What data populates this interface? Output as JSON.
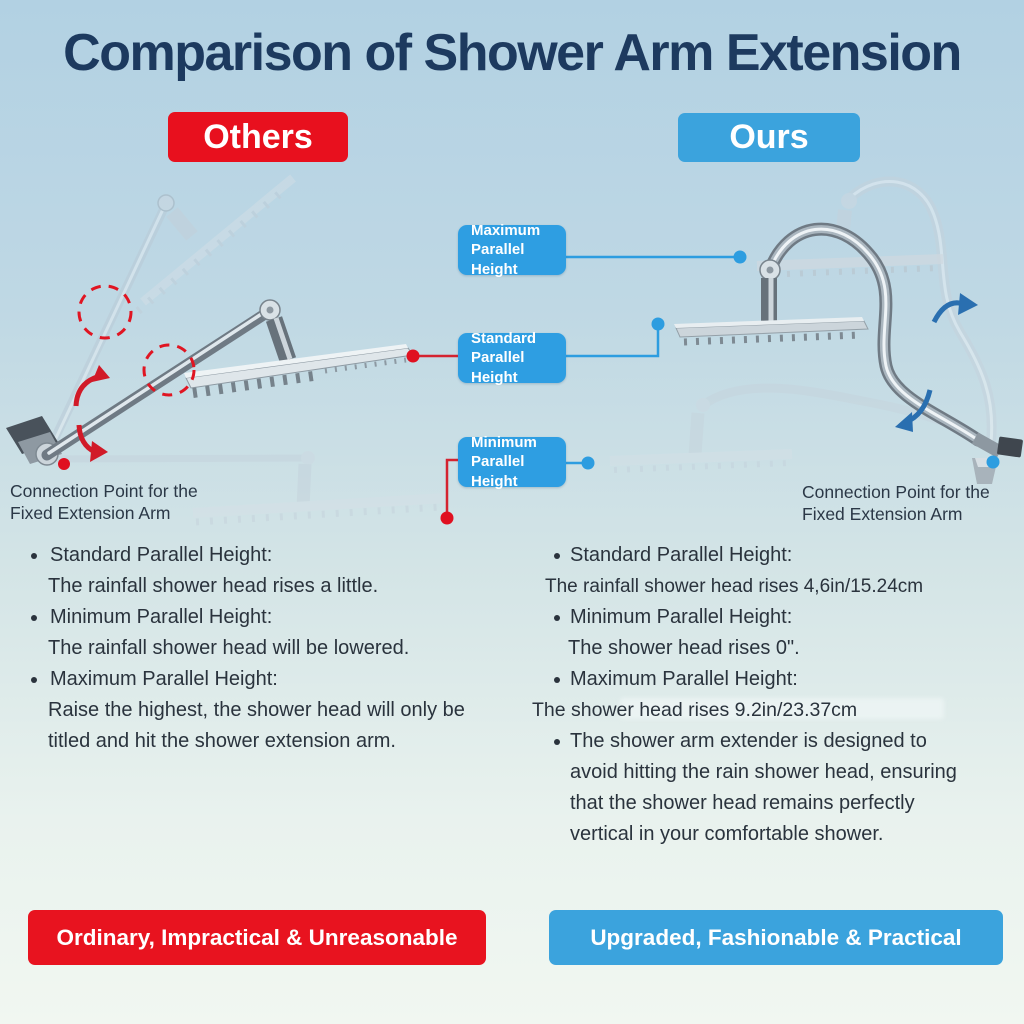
{
  "title": "Comparison of Shower Arm Extension",
  "badges": {
    "others": "Others",
    "ours": "Ours"
  },
  "height_labels": {
    "maximum": {
      "line1": "Maximum",
      "line2": "Parallel Height"
    },
    "standard": {
      "line1": "Standard",
      "line2": "Parallel Height"
    },
    "minimum": {
      "line1": "Minimum",
      "line2": "Parallel Height"
    }
  },
  "connection_note": {
    "line1": "Connection Point for the",
    "line2": "Fixed Extension Arm"
  },
  "others": {
    "bullets": [
      {
        "head": "Standard Parallel Height:",
        "body": "The rainfall shower head rises a little."
      },
      {
        "head": "Minimum Parallel Height:",
        "body": "The rainfall shower head will be lowered."
      },
      {
        "head": "Maximum Parallel Height:",
        "body": "Raise the highest, the shower head will only be titled and hit the shower extension arm."
      }
    ],
    "verdict": "Ordinary, Impractical & Unreasonable"
  },
  "ours": {
    "bullets": [
      {
        "head": "Standard Parallel Height:",
        "body": "The rainfall shower head rises 4,6in/15.24cm"
      },
      {
        "head": "Minimum Parallel Height:",
        "body": "The shower head rises 0\"."
      },
      {
        "head": "Maximum Parallel Height:",
        "body": "The shower head rises 9.2in/23.37cm"
      },
      {
        "head": "",
        "body": "The shower arm extender is designed to avoid hitting the rain shower head, ensuring that the shower head remains perfectly vertical in your comfortable shower."
      }
    ],
    "verdict": "Upgraded, Fashionable & Practical"
  },
  "colors": {
    "accent_red": "#e8101e",
    "accent_blue": "#3ba3dd",
    "label_blue": "#2e9ee2",
    "title_navy": "#1d3a5f",
    "body_text": "#2a333d",
    "connector_red": "#d42330",
    "connector_blue": "#2d9de0",
    "background_top": "#b2d1e3",
    "background_bottom": "#f1f7f1"
  }
}
